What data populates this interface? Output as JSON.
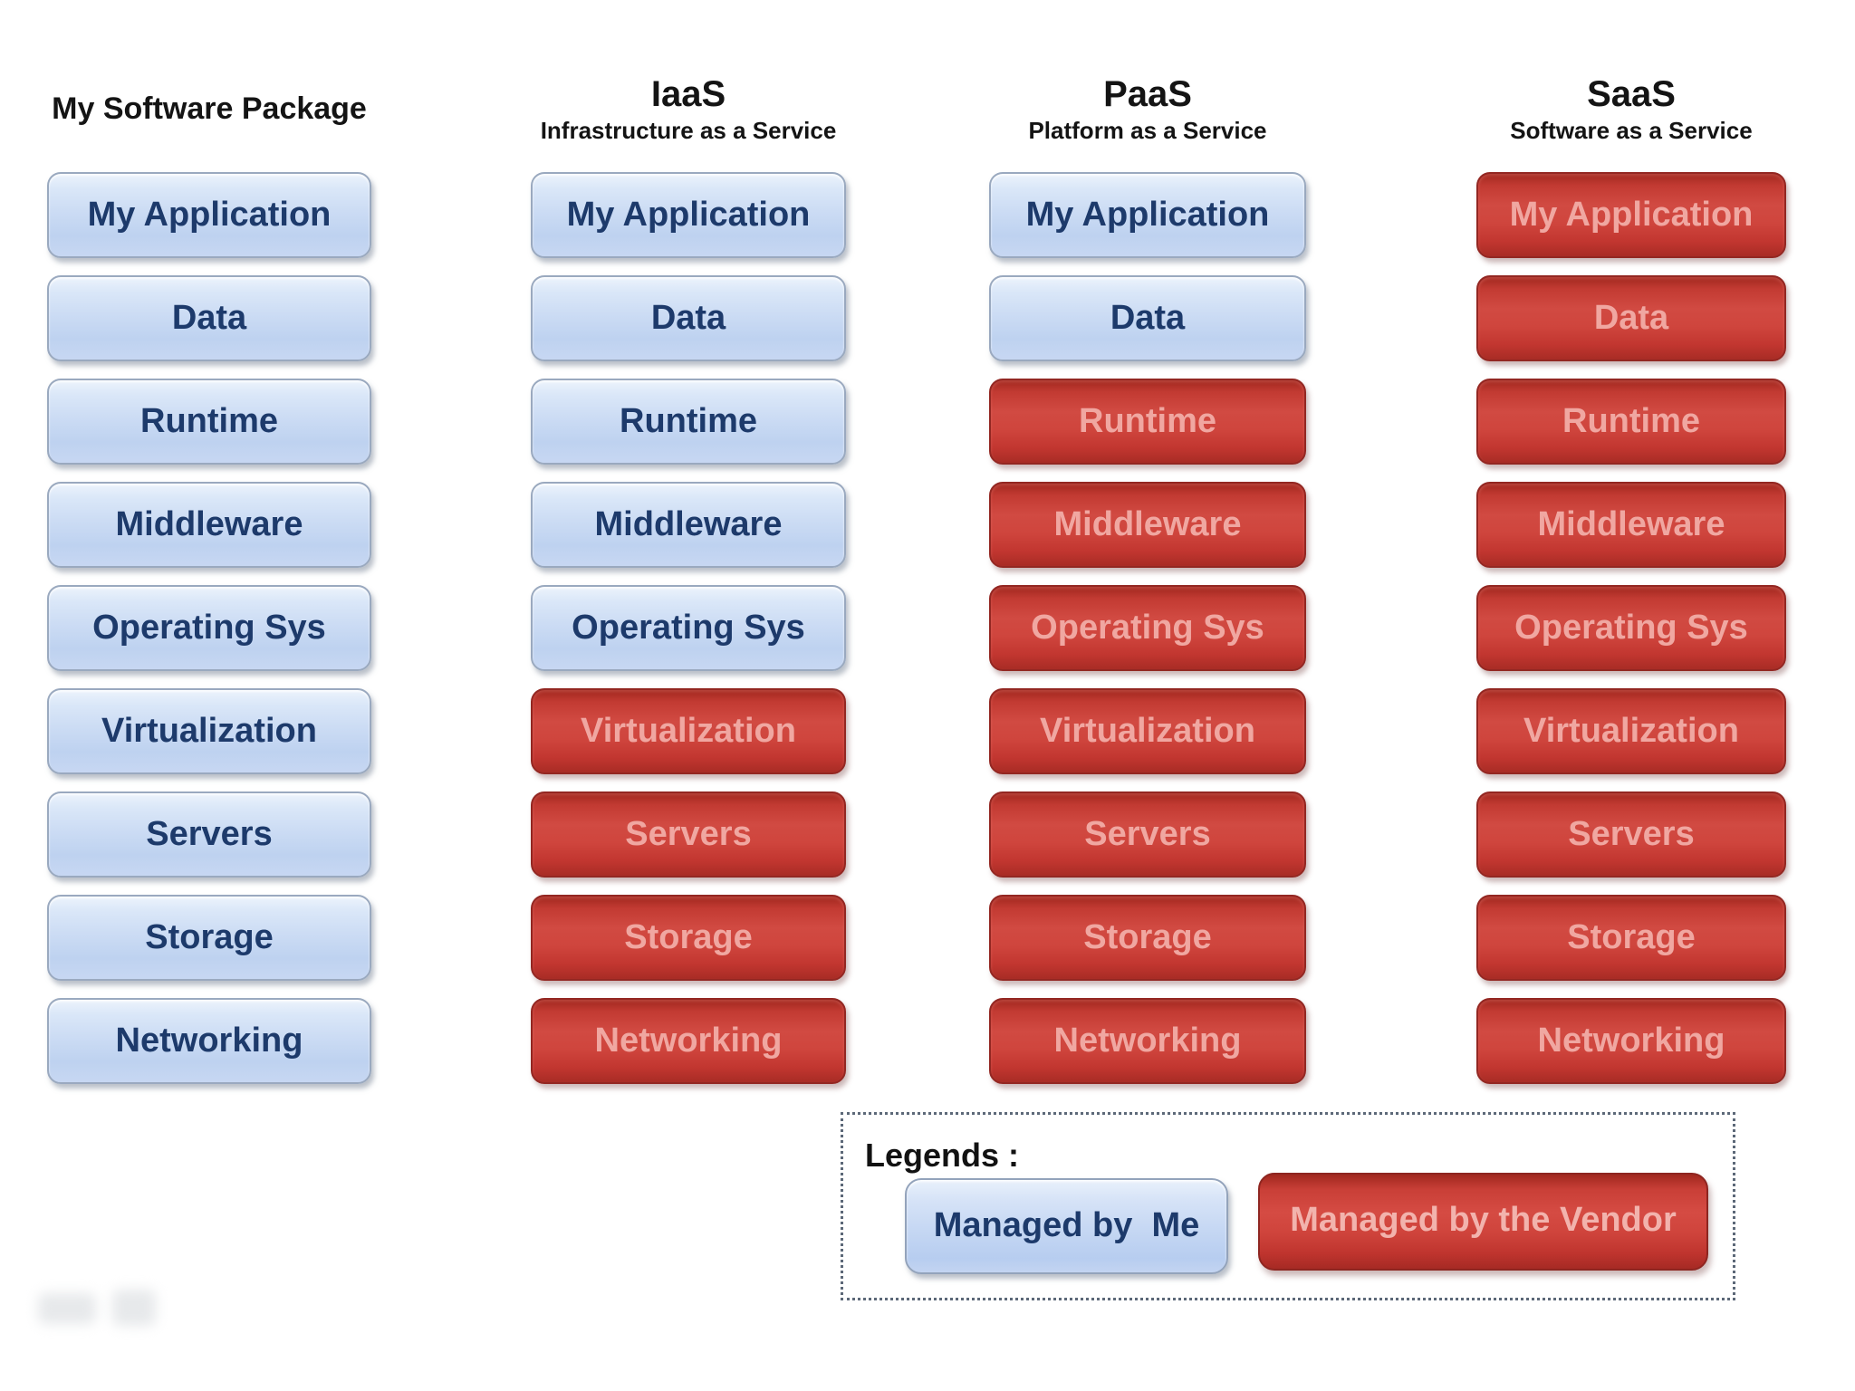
{
  "diagram": {
    "rows": [
      "My Application",
      "Data",
      "Runtime",
      "Middleware",
      "Operating Sys",
      "Virtualization",
      "Servers",
      "Storage",
      "Networking"
    ],
    "columns": [
      {
        "id": "package",
        "title": "My Software Package",
        "subtitle": "",
        "vendor_managed_from_index": 9
      },
      {
        "id": "iaas",
        "title": "IaaS",
        "subtitle": "Infrastructure as a Service",
        "vendor_managed_from_index": 5
      },
      {
        "id": "paas",
        "title": "PaaS",
        "subtitle": "Platform as a Service",
        "vendor_managed_from_index": 2
      },
      {
        "id": "saas",
        "title": "SaaS",
        "subtitle": "Software as a Service",
        "vendor_managed_from_index": 0
      }
    ]
  },
  "legend": {
    "title": "Legends :",
    "items": [
      {
        "label": "Managed by  Me",
        "style": "me"
      },
      {
        "label": "Managed by the Vendor",
        "style": "vendor"
      }
    ]
  },
  "colors": {
    "managed_by_me_fill_top": "#ecf3fc",
    "managed_by_me_fill_bottom": "#bed2f0",
    "managed_by_me_text": "#1d3a6b",
    "managed_by_me_border": "#9aa9bf",
    "managed_by_vendor_fill_top": "#c23a32",
    "managed_by_vendor_fill_bottom": "#a82c25",
    "managed_by_vendor_text": "#f0a7a1",
    "managed_by_vendor_border": "#932722",
    "header_text": "#141414",
    "legend_border": "#5c6878",
    "background": "#ffffff"
  }
}
